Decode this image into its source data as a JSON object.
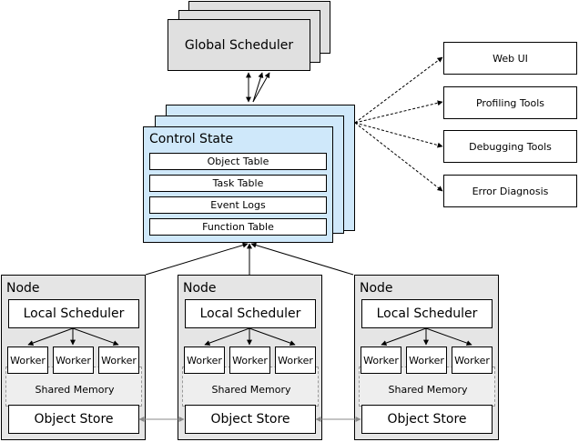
{
  "global_scheduler": {
    "label": "Global Scheduler"
  },
  "control_state": {
    "title": "Control State",
    "tables": [
      "Object Table",
      "Task Table",
      "Event Logs",
      "Function Table"
    ]
  },
  "tools": [
    "Web UI",
    "Profiling Tools",
    "Debugging Tools",
    "Error Diagnosis"
  ],
  "nodes": [
    {
      "title": "Node",
      "local_scheduler": "Local Scheduler",
      "workers": [
        "Worker",
        "Worker",
        "Worker"
      ],
      "shared_memory": "Shared Memory",
      "object_store": "Object Store"
    },
    {
      "title": "Node",
      "local_scheduler": "Local Scheduler",
      "workers": [
        "Worker",
        "Worker",
        "Worker"
      ],
      "shared_memory": "Shared Memory",
      "object_store": "Object Store"
    },
    {
      "title": "Node",
      "local_scheduler": "Local Scheduler",
      "workers": [
        "Worker",
        "Worker",
        "Worker"
      ],
      "shared_memory": "Shared Memory",
      "object_store": "Object Store"
    }
  ],
  "colors": {
    "scheduler_fill": "#e0e0e0",
    "control_state_fill": "#cfe8fa",
    "node_fill": "#e5e5e5",
    "shared_memory_fill": "#eeeeee"
  }
}
